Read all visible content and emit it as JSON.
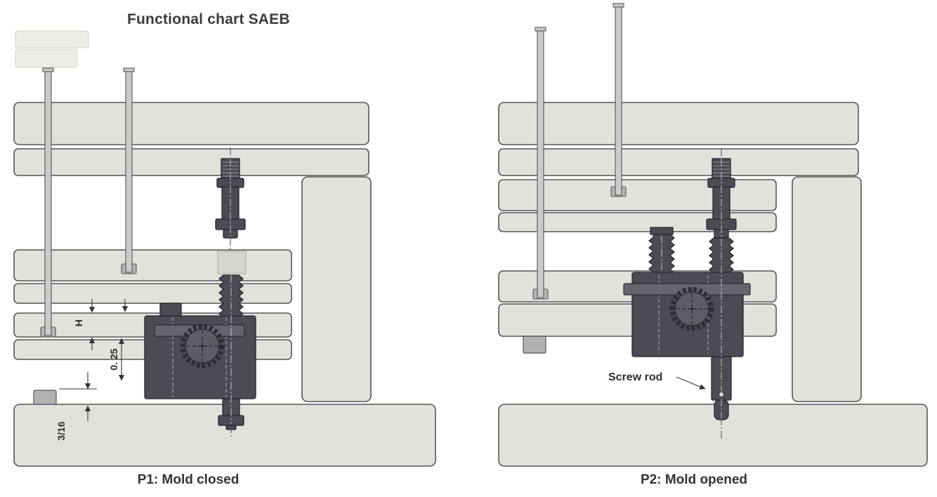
{
  "title": "Functional chart SAEB",
  "colors": {
    "plate_fill": "#e2e2dd",
    "plate_outline": "#54545a",
    "mechanism_fill": "#4b4b54",
    "mechanism_outline": "#26262c",
    "rod_fill": "#cbcbcb",
    "annotation": "#333333",
    "background": "#ffffff"
  },
  "views": {
    "p1": {
      "caption": "P1: Mold closed",
      "dim_h": "H",
      "dim_offset": "0. 25",
      "dim_stop": "3/16"
    },
    "p2": {
      "caption": "P2: Mold opened",
      "screw_rod_label": "Screw rod"
    }
  }
}
